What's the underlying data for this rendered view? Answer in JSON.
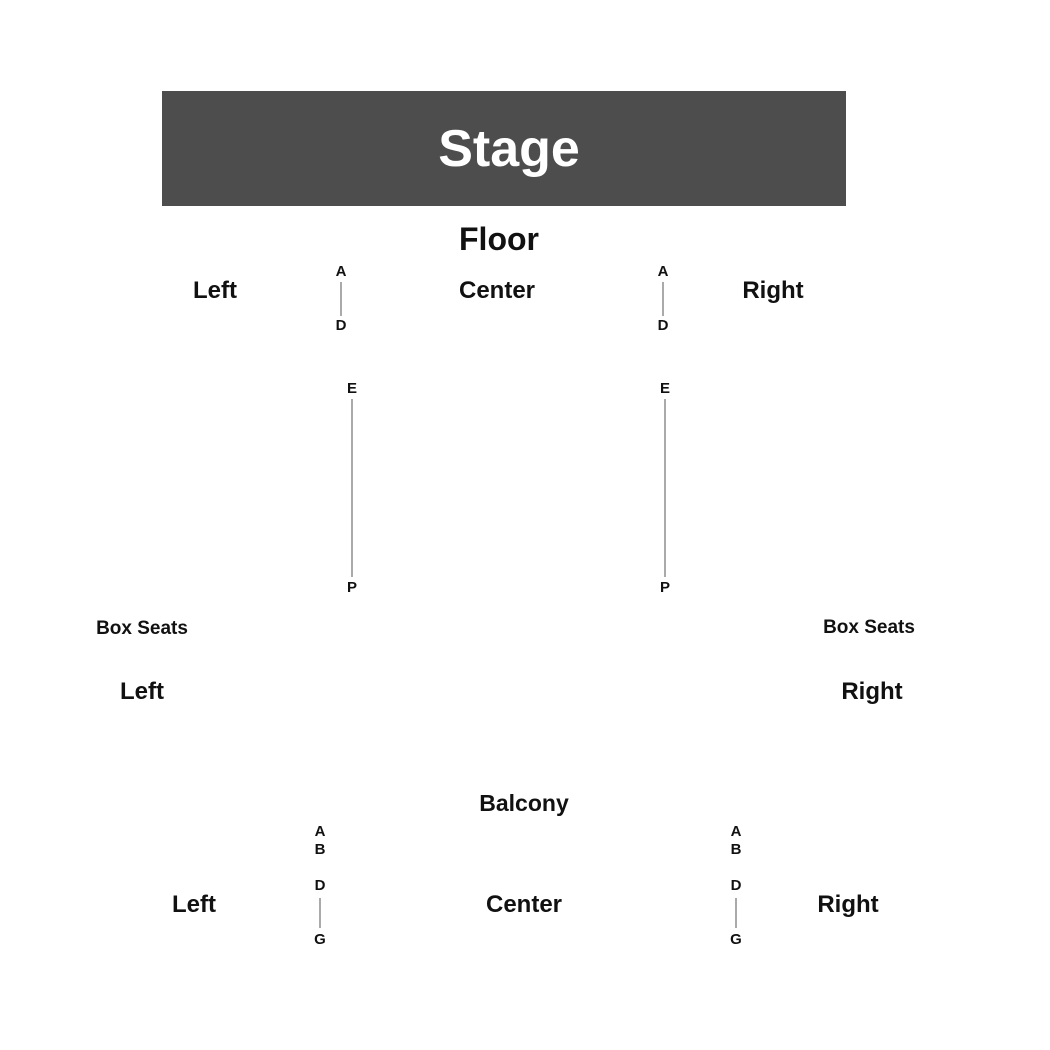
{
  "colors": {
    "stage_background": "#4d4d4d",
    "stage_text": "#ffffff",
    "label_text": "#111111",
    "row_line": "#555555"
  },
  "stage": {
    "label": "Stage"
  },
  "floor": {
    "title": "Floor",
    "sections": {
      "left": "Left",
      "center": "Center",
      "right": "Right"
    },
    "rows": {
      "front_left": {
        "start": "A",
        "end": "D"
      },
      "front_right": {
        "start": "A",
        "end": "D"
      },
      "rear_left": {
        "start": "E",
        "end": "P"
      },
      "rear_right": {
        "start": "E",
        "end": "P"
      }
    }
  },
  "box_seats": {
    "left": {
      "title": "Box Seats",
      "section": "Left"
    },
    "right": {
      "title": "Box Seats",
      "section": "Right"
    }
  },
  "balcony": {
    "title": "Balcony",
    "sections": {
      "left": "Left",
      "center": "Center",
      "right": "Right"
    },
    "rows": {
      "front_left": {
        "first": "A",
        "second": "B"
      },
      "front_right": {
        "first": "A",
        "second": "B"
      },
      "rear_left": {
        "start": "D",
        "end": "G"
      },
      "rear_right": {
        "start": "D",
        "end": "G"
      }
    }
  }
}
